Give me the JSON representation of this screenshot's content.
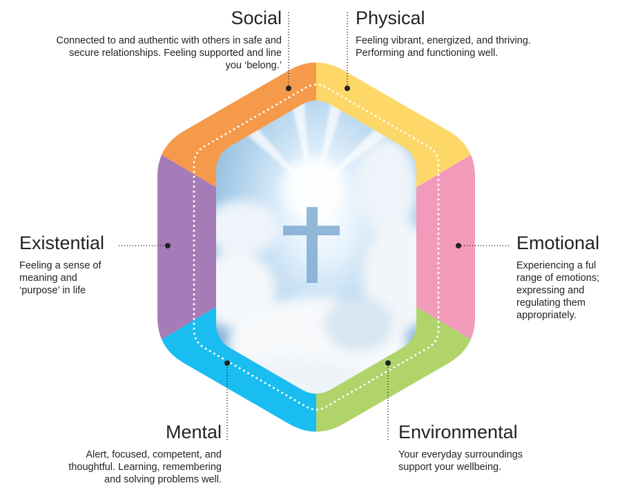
{
  "colors": {
    "social": "#F59A4A",
    "physical": "#FDD868",
    "emotional": "#F29ABA",
    "environmental": "#B0D46A",
    "mental": "#1ABDF0",
    "existential": "#A67CB8"
  },
  "center_image": "glowing-cross-in-clouds",
  "dimensions": {
    "social": {
      "title": "Social",
      "description": "Connected to and authentic with others in safe and secure relationships. Feeling supported and line you ‘belong.’"
    },
    "physical": {
      "title": "Physical",
      "description": "Feeling vibrant, energized, and thriving. Performing and functioning well."
    },
    "emotional": {
      "title": "Emotional",
      "description": "Experiencing a ful range of emotions; expressing and regulating them appropriately."
    },
    "environmental": {
      "title": "Environmental",
      "description": "Your everyday surroundings support your wellbeing."
    },
    "mental": {
      "title": "Mental",
      "description": "Alert, focused, competent, and thoughtful. Learning, remembering and solving problems well."
    },
    "existential": {
      "title": "Existential",
      "description": "Feeling a sense of meaning and ‘purpose’ in life"
    }
  }
}
